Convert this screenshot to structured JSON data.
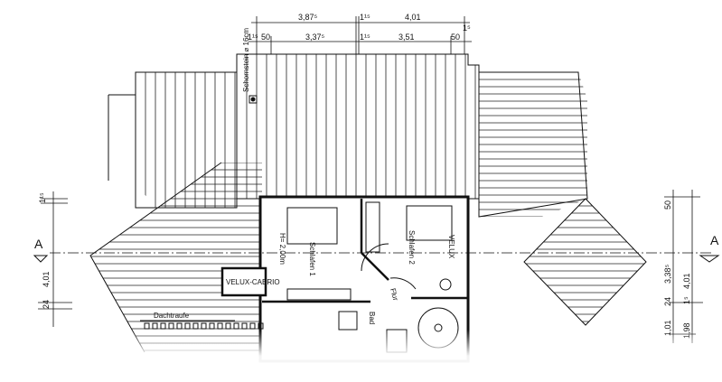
{
  "drawing": {
    "top_dimensions_outer": [
      "3,87⁵",
      "1¹⁵",
      "4,01",
      "1⁵"
    ],
    "top_dimensions_inner": [
      "1¹⁵",
      "50",
      "3,37⁵",
      "1¹⁵",
      "3,51",
      "50"
    ],
    "left_dimensions": [
      "1¹⁵",
      "4,01",
      "24"
    ],
    "right_dimensions": [
      "50",
      "3,38⁵",
      "4,01",
      "24",
      "1⁵",
      "1,01",
      "1,98"
    ],
    "section_marker_left": "A",
    "section_marker_right": "A",
    "chimney_label": "Schornstein ⌀ 16cm",
    "skylight_label": "VELUX-CABRIO",
    "eaves_label": "Dachtraufe",
    "rooms": {
      "bedroom1": "Schlafen 1",
      "bedroom1_height": "H= 2,00m",
      "bedroom2": "Schlafen 2",
      "velux": "VELUX",
      "hall": "Flur",
      "bath": "Bad"
    }
  }
}
